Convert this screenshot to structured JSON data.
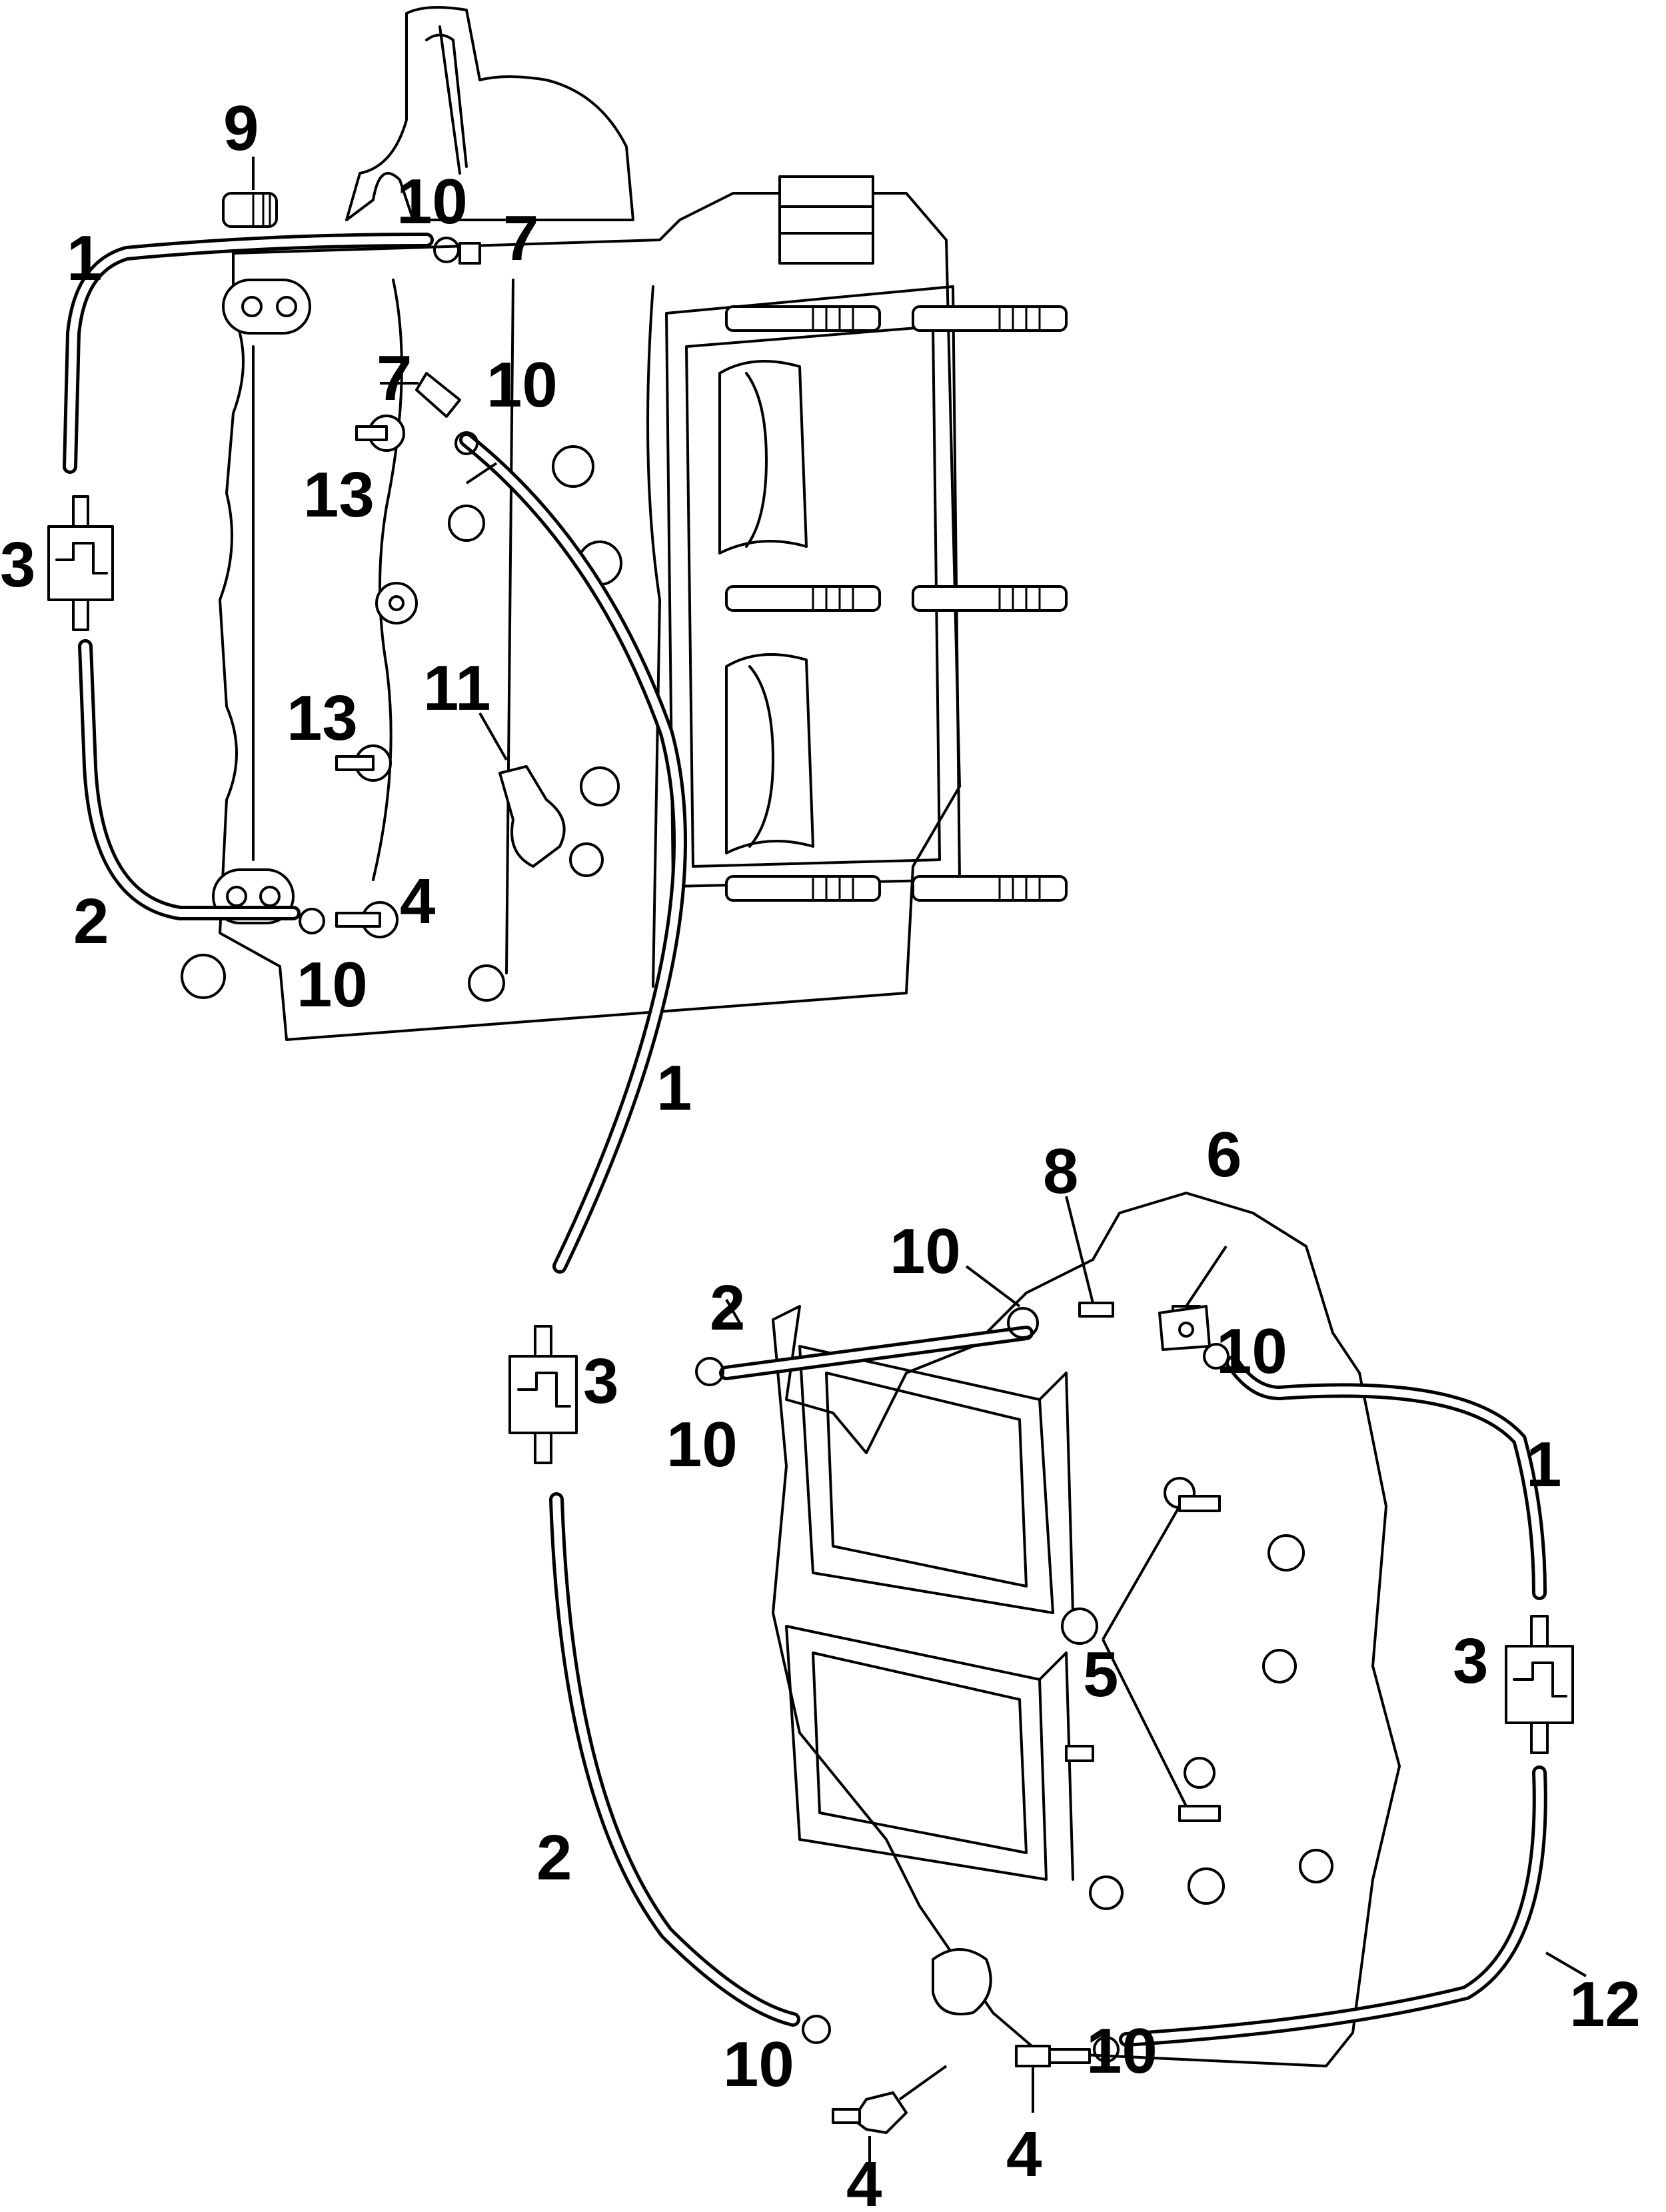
{
  "callouts": [
    {
      "id": "c-9",
      "text": "9"
    },
    {
      "id": "c-10-a",
      "text": "10"
    },
    {
      "id": "c-7-a",
      "text": "7"
    },
    {
      "id": "c-1-a",
      "text": "1"
    },
    {
      "id": "c-7-b",
      "text": "7"
    },
    {
      "id": "c-10-b",
      "text": "10"
    },
    {
      "id": "c-13-a",
      "text": "13"
    },
    {
      "id": "c-3-a",
      "text": "3"
    },
    {
      "id": "c-13-b",
      "text": "13"
    },
    {
      "id": "c-11",
      "text": "11"
    },
    {
      "id": "c-4-a",
      "text": "4"
    },
    {
      "id": "c-2-a",
      "text": "2"
    },
    {
      "id": "c-10-c",
      "text": "10"
    },
    {
      "id": "c-1-b",
      "text": "1"
    },
    {
      "id": "c-8",
      "text": "8"
    },
    {
      "id": "c-6",
      "text": "6"
    },
    {
      "id": "c-10-d",
      "text": "10"
    },
    {
      "id": "c-2-b",
      "text": "2"
    },
    {
      "id": "c-10-e",
      "text": "10"
    },
    {
      "id": "c-3-b",
      "text": "3"
    },
    {
      "id": "c-10-f",
      "text": "10"
    },
    {
      "id": "c-1-c",
      "text": "1"
    },
    {
      "id": "c-3-c",
      "text": "3"
    },
    {
      "id": "c-5",
      "text": "5"
    },
    {
      "id": "c-2-c",
      "text": "2"
    },
    {
      "id": "c-12",
      "text": "12"
    },
    {
      "id": "c-10-g",
      "text": "10"
    },
    {
      "id": "c-10-h",
      "text": "10"
    },
    {
      "id": "c-4-b",
      "text": "4"
    },
    {
      "id": "c-4-c",
      "text": "4"
    }
  ]
}
